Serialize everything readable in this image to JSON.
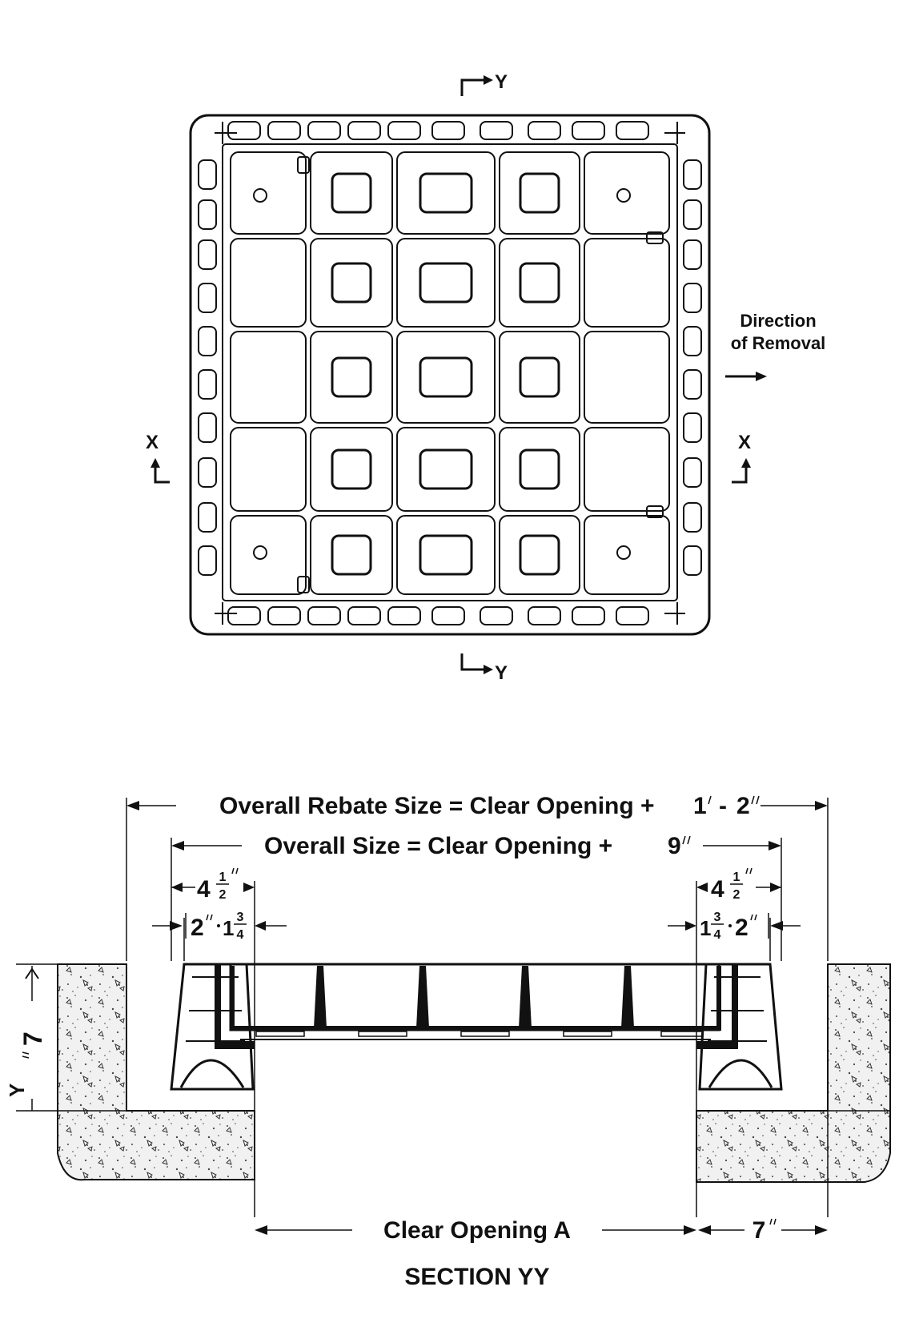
{
  "plan": {
    "section_marker": "Y",
    "side_marker": "X",
    "direction_line1": "Direction",
    "direction_line2": "of Removal"
  },
  "section": {
    "title": "SECTION YY",
    "overall_rebate": {
      "text": "Overall Rebate Size = Clear Opening +",
      "feet": "1",
      "dash": "-",
      "inches": "2"
    },
    "overall_size": {
      "text": "Overall Size = Clear Opening +",
      "inches": "9"
    },
    "left_width": {
      "whole": "4",
      "num": "1",
      "den": "2"
    },
    "right_width": {
      "whole": "4",
      "num": "1",
      "den": "2"
    },
    "left_a": "2",
    "left_b": {
      "whole": "1",
      "num": "3",
      "den": "4"
    },
    "right_a": {
      "whole": "1",
      "num": "3",
      "den": "4"
    },
    "right_b": "2",
    "depth": "7",
    "depth_marker": "Y",
    "clear_opening": "Clear Opening A",
    "rebate_step": "7"
  },
  "colors": {
    "ink": "#111111",
    "concrete": "#f1f1f1",
    "paper": "#ffffff"
  }
}
